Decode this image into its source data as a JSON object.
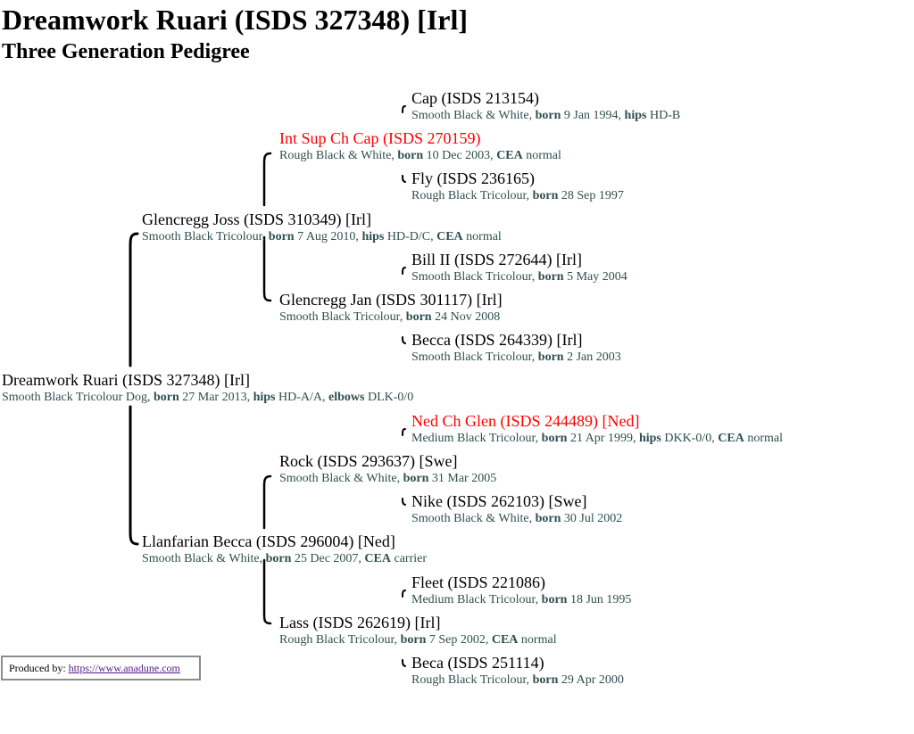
{
  "page": {
    "title": "Dreamwork Ruari (ISDS 327348) [Irl]",
    "subtitle": "Three Generation Pedigree"
  },
  "labels": {
    "born": "born",
    "hips": "hips",
    "cea": "CEA",
    "elbows": "elbows"
  },
  "pedigree": {
    "subject": {
      "name": "Dreamwork Ruari (ISDS 327348) [Irl]",
      "desc_a": "Smooth Black Tricolour Dog, ",
      "born": " 27 Mar 2013, ",
      "hips": " HD-A/A, ",
      "elbows": " DLK-0/0"
    },
    "sire": {
      "name": "Glencregg Joss (ISDS 310349) [Irl]",
      "desc_a": "Smooth Black Tricolour, ",
      "born": " 7 Aug 2010, ",
      "hips": " HD-D/C, ",
      "cea": " normal"
    },
    "dam": {
      "name": "Llanfarian Becca (ISDS 296004) [Ned]",
      "desc_a": "Smooth Black & White, ",
      "born": " 25 Dec 2007, ",
      "cea": " carrier"
    },
    "sire_sire": {
      "name": "Int Sup Ch Cap (ISDS 270159)",
      "desc_a": "Rough Black & White, ",
      "born": " 10 Dec 2003, ",
      "cea": " normal",
      "name_color": "#ff0000"
    },
    "sire_dam": {
      "name": "Glencregg Jan (ISDS 301117) [Irl]",
      "desc_a": "Smooth Black Tricolour, ",
      "born": " 24 Nov 2008"
    },
    "dam_sire": {
      "name": "Rock (ISDS 293637) [Swe]",
      "desc_a": "Smooth Black & White, ",
      "born": " 31 Mar 2005"
    },
    "dam_dam": {
      "name": "Lass (ISDS 262619) [Irl]",
      "desc_a": "Rough Black Tricolour, ",
      "born": " 7 Sep 2002, ",
      "cea": " normal"
    },
    "ss_sire": {
      "name": "Cap (ISDS 213154)",
      "desc_a": "Smooth Black & White, ",
      "born": " 9 Jan 1994, ",
      "hips": " HD-B"
    },
    "ss_dam": {
      "name": "Fly (ISDS 236165)",
      "desc_a": "Rough Black Tricolour, ",
      "born": " 28 Sep 1997"
    },
    "sd_sire": {
      "name": "Bill II (ISDS 272644) [Irl]",
      "desc_a": "Smooth Black Tricolour, ",
      "born": " 5 May 2004"
    },
    "sd_dam": {
      "name": "Becca (ISDS 264339) [Irl]",
      "desc_a": "Smooth Black Tricolour, ",
      "born": " 2 Jan 2003"
    },
    "ds_sire": {
      "name": "Ned Ch Glen (ISDS 244489) [Ned]",
      "desc_a": "Medium Black Tricolour, ",
      "born": " 21 Apr 1999, ",
      "hips": " DKK-0/0, ",
      "cea": " normal",
      "name_color": "#ff0000"
    },
    "ds_dam": {
      "name": "Nike (ISDS 262103) [Swe]",
      "desc_a": "Smooth Black & White, ",
      "born": " 30 Jul 2002"
    },
    "dd_sire": {
      "name": "Fleet (ISDS 221086)",
      "desc_a": "Medium Black Tricolour, ",
      "born": " 18 Jun 1995"
    },
    "dd_dam": {
      "name": "Beca (ISDS 251114)",
      "desc_a": "Rough Black Tricolour, ",
      "born": " 29 Apr 2000"
    }
  },
  "footer": {
    "label": "Produced by: ",
    "link_text": "https://www.anadune.com"
  },
  "colors": {
    "champion_name": "#ff0000",
    "description_text": "#2f4f4f",
    "link": "#551a8b"
  }
}
